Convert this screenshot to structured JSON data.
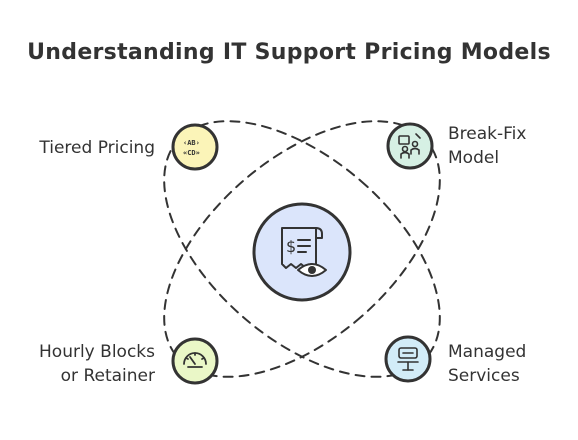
{
  "title": "Understanding IT Support Pricing Models",
  "center": {
    "icon": "receipt-eye-icon",
    "fill": "#dbe5fb"
  },
  "nodes": [
    {
      "id": "tiered-pricing",
      "label_lines": [
        "Tiered Pricing"
      ],
      "icon": "code-tiers-icon",
      "fill": "#fbf4b8"
    },
    {
      "id": "break-fix-model",
      "label_lines": [
        "Break-Fix",
        "Model"
      ],
      "icon": "repair-people-icon",
      "fill": "#d6f0e4"
    },
    {
      "id": "hourly-blocks-or-retainer",
      "label_lines": [
        "Hourly Blocks",
        "or Retainer"
      ],
      "icon": "gauge-icon",
      "fill": "#eaf7c7"
    },
    {
      "id": "managed-services",
      "label_lines": [
        "Managed",
        "Services"
      ],
      "icon": "support-desk-icon",
      "fill": "#d2ecf8"
    }
  ],
  "colors": {
    "stroke": "#333333",
    "text": "#333333"
  }
}
